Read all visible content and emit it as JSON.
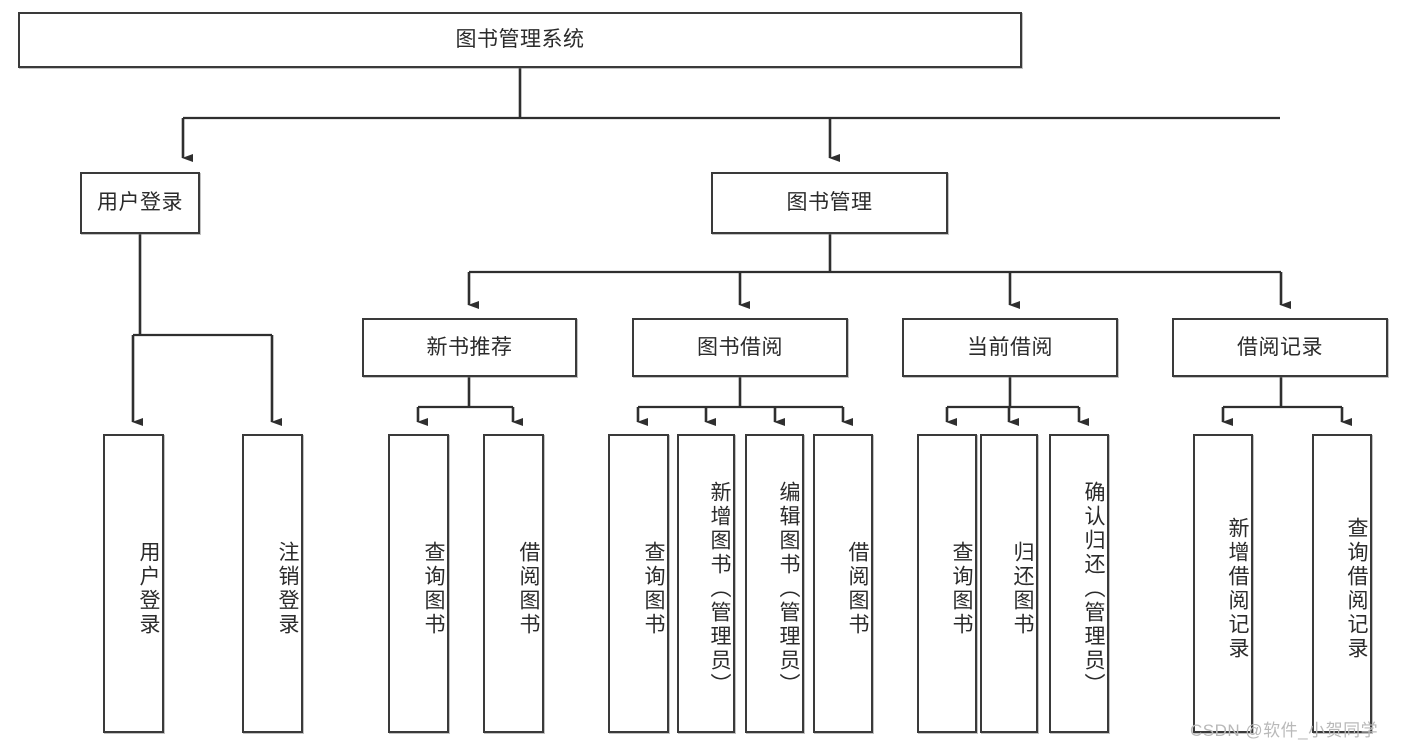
{
  "diagram": {
    "title": "图书管理系统",
    "type": "tree-hierarchy-chart",
    "colors": {
      "box_border": "#3a3a3a",
      "box_fill": "#ffffff",
      "connector": "#2f2f2f",
      "text": "#2b2b2b",
      "watermark": "#b9b9b9"
    },
    "root": {
      "label": "图书管理系统"
    },
    "level2": [
      {
        "label": "用户登录"
      },
      {
        "label": "图书管理"
      }
    ],
    "level3": [
      {
        "label": "新书推荐"
      },
      {
        "label": "图书借阅"
      },
      {
        "label": "当前借阅"
      },
      {
        "label": "借阅记录"
      }
    ],
    "leaves": [
      {
        "label": "用户登录",
        "parent": "用户登录"
      },
      {
        "label": "注销登录",
        "parent": "用户登录"
      },
      {
        "label": "查询图书",
        "parent": "新书推荐"
      },
      {
        "label": "借阅图书",
        "parent": "新书推荐"
      },
      {
        "label": "查询图书",
        "parent": "图书借阅"
      },
      {
        "label": "新增图书（管理员）",
        "parent": "图书借阅"
      },
      {
        "label": "编辑图书（管理员）",
        "parent": "图书借阅"
      },
      {
        "label": "借阅图书",
        "parent": "图书借阅"
      },
      {
        "label": "查询图书",
        "parent": "当前借阅"
      },
      {
        "label": "归还图书",
        "parent": "当前借阅"
      },
      {
        "label": "确认归还（管理员）",
        "parent": "当前借阅"
      },
      {
        "label": "新增借阅记录",
        "parent": "借阅记录"
      },
      {
        "label": "查询借阅记录",
        "parent": "借阅记录"
      }
    ],
    "watermark": "CSDN @软件_小贺同学"
  }
}
